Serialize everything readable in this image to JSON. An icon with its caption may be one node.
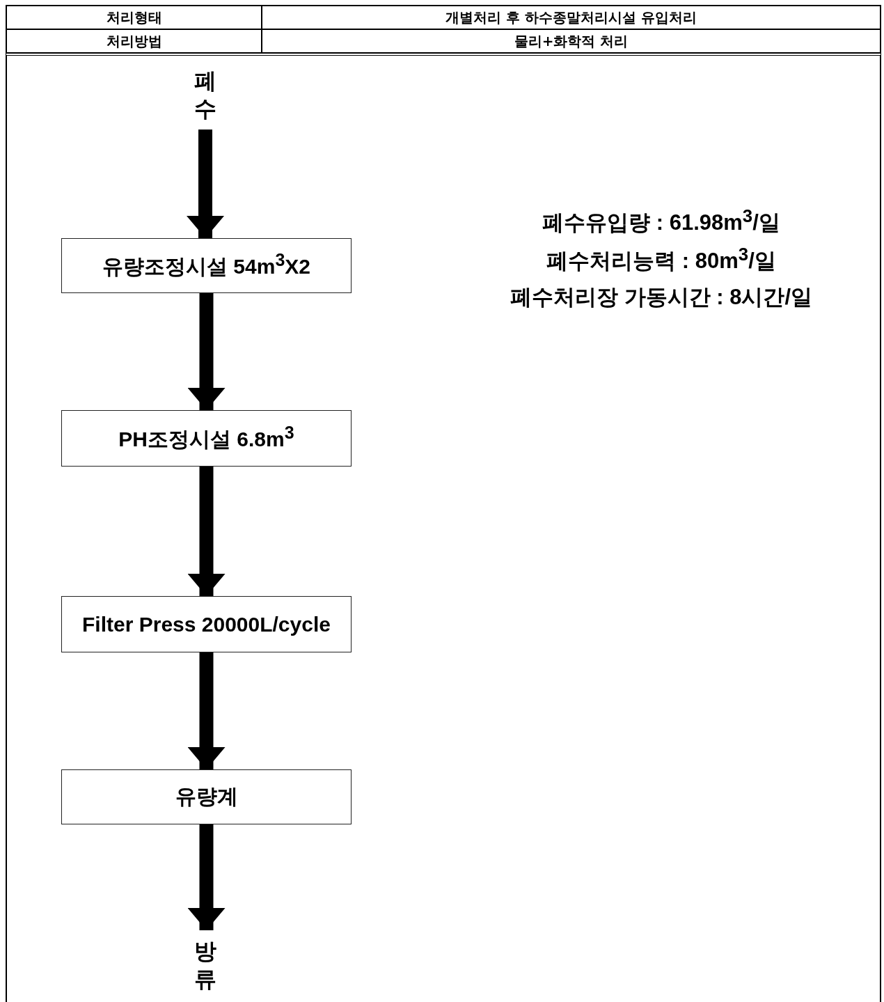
{
  "diagram": {
    "nodes": [
      {
        "text": [
          "폐수"
        ]
      },
      {
        "text": [
          "유량조정시설 54m$^{3}$X2"
        ]
      },
      {
        "text": [
          "PH조정시설 6.8m$^{3}$"
        ]
      },
      {
        "text": [
          "Filter Press 20000L/cycle"
        ]
      },
      {
        "text": [
          "유량계"
        ]
      },
      {
        "text": [
          "방류"
        ]
      }
    ],
    "edges": [
      {
        "from": 0,
        "to": 1,
        "arrow": "to"
      },
      {
        "from": 1,
        "to": 2,
        "arrow": "to"
      },
      {
        "from": 2,
        "to": 3,
        "arrow": "to"
      },
      {
        "from": 3,
        "to": 4,
        "arrow": "to"
      },
      {
        "from": 4,
        "to": 5,
        "arrow": "to"
      }
    ],
    "labels": [
      "처리형태",
      "개별처리 후 하수종말처리시설 유입처리",
      "처리방법",
      "물리+화학적 처리",
      "폐수유입량 : 61.98m$^{3}$/일",
      "폐수처리능력 : 80m$^{3}$/일",
      "폐수처리장 가동시간 : 8시간/일"
    ]
  }
}
